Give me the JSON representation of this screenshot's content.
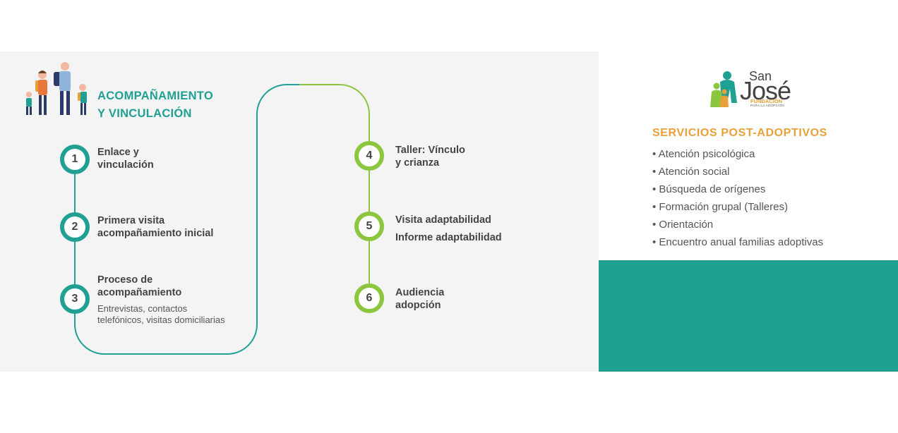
{
  "colors": {
    "teal": "#1fa092",
    "green": "#8cc63f",
    "orange": "#e8a13a",
    "panel_bg": "#f4f4f4"
  },
  "section": {
    "title_line1": "ACOMPAÑAMIENTO",
    "title_line2": "Y VINCULACIÓN",
    "icon": "family-walking-icon"
  },
  "steps": [
    {
      "number": "1",
      "line1": "Enlace y",
      "line2": "vinculación"
    },
    {
      "number": "2",
      "line1": "Primera visita",
      "line2": "acompañamiento inicial"
    },
    {
      "number": "3",
      "line1": "Proceso de",
      "line2": "acompañamiento",
      "detail1": "Entrevistas, contactos",
      "detail2": "telefónicos, visitas domiciliarias"
    },
    {
      "number": "4",
      "line1": "Taller: Vínculo",
      "line2": "y crianza"
    },
    {
      "number": "5",
      "line1": "Visita adaptabilidad",
      "line2": "Informe adaptabilidad"
    },
    {
      "number": "6",
      "line1": "Audiencia",
      "line2": "adopción"
    }
  ],
  "logo": {
    "san": "San",
    "jose": "José",
    "fundacion": "FUNDACIÓN",
    "para": "PARA LA ADOPCIÓN"
  },
  "services": {
    "title": "SERVICIOS POST-ADOPTIVOS",
    "items": [
      "• Atención psicológica",
      "• Atención social",
      "• Búsqueda de orígenes",
      "• Formación grupal (Talleres)",
      "• Orientación",
      "• Encuentro anual familias adoptivas"
    ]
  }
}
